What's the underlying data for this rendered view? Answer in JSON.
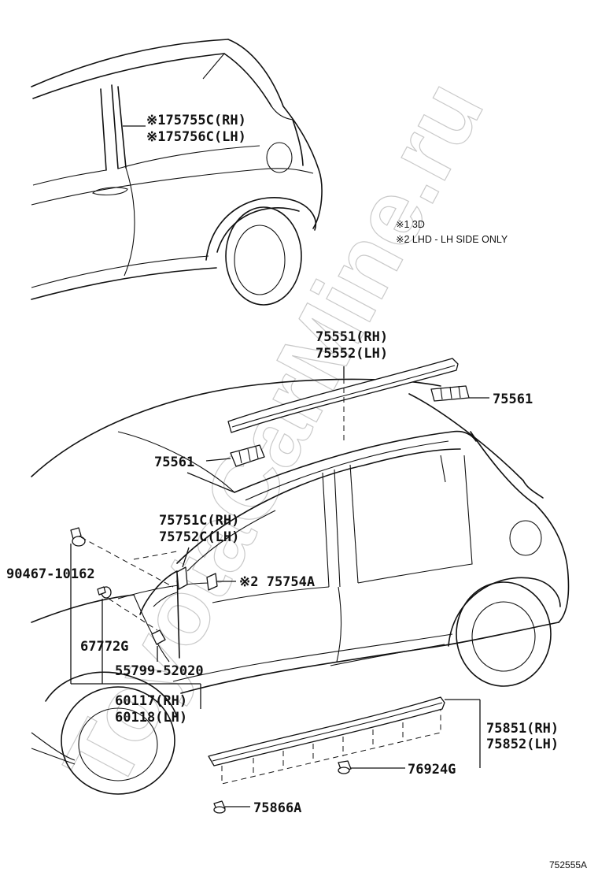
{
  "watermark": "ToyotaCarMine.ru",
  "notes": {
    "note1": "※1 3D",
    "note2": "※2 LHD - LH SIDE ONLY"
  },
  "labels": {
    "p75755c": "※175755C(RH)",
    "p75756c": "※175756C(LH)",
    "p75551": "75551(RH)",
    "p75552": "75552(LH)",
    "p75561_right": "75561",
    "p75561_left": "75561",
    "p75751c": "75751C(RH)",
    "p75752c": "75752C(LH)",
    "p90467": "90467-10162",
    "p75754a": "※2 75754A",
    "p67772g": "67772G",
    "p55799": "55799-52020",
    "p60117": "60117(RH)",
    "p60118": "60118(LH)",
    "p75851": "75851(RH)",
    "p75852": "75852(LH)",
    "p76924g": "76924G",
    "p75866a": "75866A"
  },
  "diagram_code": "752555A"
}
